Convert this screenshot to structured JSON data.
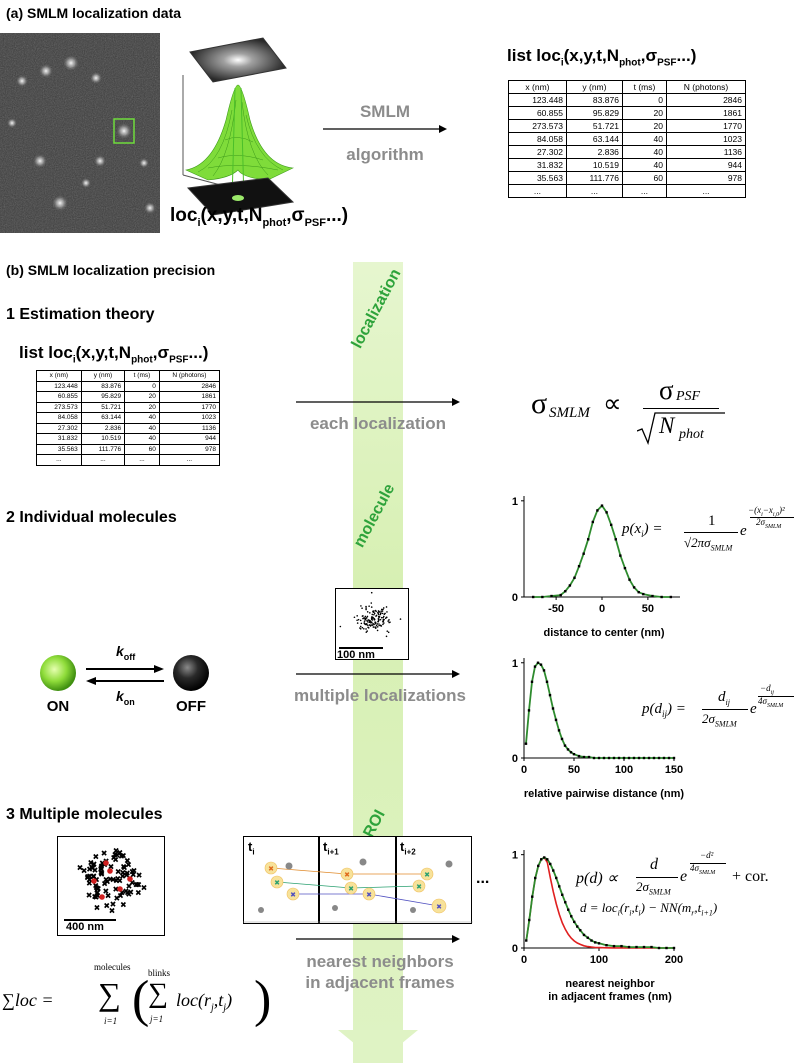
{
  "panel_a": {
    "title": "(a)  SMLM localization data",
    "list_title": "list loc",
    "list_title_sub": "i",
    "list_args": "(x,y,t,N",
    "list_args_sub": "phot",
    "list_args_tail": ",σ",
    "list_args_sub2": "PSF",
    "list_args_end": "...)",
    "loc_label": "loc",
    "loc_sub": "i",
    "loc_args": "(x,y,t,N",
    "loc_args_sub": "phot",
    "loc_args_tail": ",σ",
    "loc_args_sub2": "PSF",
    "loc_args_end": "...)",
    "algo_line1": "SMLM",
    "algo_line2": "algorithm"
  },
  "table": {
    "headers": [
      "x (nm)",
      "y (nm)",
      "t (ms)",
      "N (photons)"
    ],
    "rows": [
      [
        "123.448",
        "83.876",
        "0",
        "2846"
      ],
      [
        "60.855",
        "95.829",
        "20",
        "1861"
      ],
      [
        "273.573",
        "51.721",
        "20",
        "1770"
      ],
      [
        "84.058",
        "63.144",
        "40",
        "1023"
      ],
      [
        "27.302",
        "2.836",
        "40",
        "1136"
      ],
      [
        "31.832",
        "10.519",
        "40",
        "944"
      ],
      [
        "35.563",
        "111.776",
        "60",
        "978"
      ],
      [
        "...",
        "...",
        "...",
        "..."
      ]
    ]
  },
  "panel_b": {
    "title": "(b)  SMLM localization precision",
    "sec1": "1 Estimation theory",
    "sec2": "2 Individual molecules",
    "sec3": "3 Multiple molecules",
    "arrow1_label": "each localization",
    "arrow2_label": "multiple localizations",
    "arrow3_line1": "nearest neighbors",
    "arrow3_line2": "in adjacent frames",
    "band_localization": "localization",
    "band_molecule": "molecule",
    "band_roi": "ROI",
    "on_label": "ON",
    "off_label": "OFF",
    "koff": "k",
    "koff_sub": "off",
    "kon": "k",
    "kon_sub": "on",
    "scalebar_100": "100 nm",
    "scalebar_400": "400 nm",
    "ellipsis": "...",
    "frame_t": "t",
    "frame_t_sub": "i",
    "frame_t1_sub": "i+1",
    "frame_t2_sub": "i+2"
  },
  "formulas": {
    "sigma_smlm": "σ",
    "sigma_smlm_sub": "SMLM",
    "prop": "∝",
    "sigma_psf": "σ",
    "sigma_psf_sub": "PSF",
    "n_phot": "N",
    "n_phot_sub": "phot",
    "px_lhs": "p(x",
    "px_lhs_sub": "i",
    "px_lhs_end": ") =",
    "px_num": "1",
    "px_den": "√2πσ",
    "px_den_sub": "SMLM",
    "px_exp_num": "−(x",
    "px_exp_num_sub": "i",
    "px_exp_num_mid": "−x",
    "px_exp_num_sub2": "i,0",
    "px_exp_num_end": ")²",
    "px_exp_den": "2σ",
    "px_exp_den_sub": "SMLM",
    "pd_lhs": "p(d",
    "pd_lhs_sub": "ij",
    "pd_lhs_end": ") =",
    "pd_num": "d",
    "pd_num_sub": "ij",
    "pd_den": "2σ",
    "pd_den_sub": "SMLM",
    "pd_exp_num": "−d",
    "pd_exp_num_sub": "ij",
    "pd_exp_den": "4σ",
    "pd_exp_den_sub": "SMLM",
    "nn_lhs": "p(d) ∝",
    "nn_num": "d",
    "nn_den": "2σ",
    "nn_den_sub": "SMLM",
    "nn_exp_num": "−d²",
    "nn_exp_den": "4σ",
    "nn_exp_den_sub": "SMLM",
    "nn_cor": "+ cor.",
    "e": "e",
    "d_def": "d = loc",
    "d_def_sub": "i",
    "d_def_mid": "(r",
    "d_def_sub2": "i",
    "d_def_mid2": ",t",
    "d_def_sub3": "i",
    "d_def_mid3": ") − NN(m",
    "d_def_sub4": "r",
    "d_def_mid4": ",t",
    "d_def_sub5": "i+1",
    "d_def_end": ")",
    "sum_lhs": "∑loc =",
    "sum_outer_top": "molecules",
    "sum_outer_bot": "i=1",
    "sum_inner_top": "blinks",
    "sum_inner_bot": "j=1",
    "sum_body": "loc(r",
    "sum_body_sub": "j",
    "sum_body_mid": ",t",
    "sum_body_sub2": "j",
    "sum_body_end": ")"
  },
  "chart_data": [
    {
      "type": "scatter",
      "xlabel": "distance to center (nm)",
      "ylabel": "",
      "xticks": [
        "-50",
        "0",
        "50"
      ],
      "yticks": [
        "0",
        "1"
      ],
      "xlim": [
        -85,
        85
      ],
      "ylim": [
        0,
        1.05
      ],
      "series": [
        {
          "x": [
            -75,
            -65,
            -55,
            -45,
            -40,
            -35,
            -30,
            -25,
            -20,
            -15,
            -10,
            -5,
            0,
            5,
            10,
            15,
            20,
            25,
            30,
            35,
            40,
            45,
            55,
            65,
            75
          ],
          "y": [
            0.0,
            0.0,
            0.01,
            0.02,
            0.06,
            0.12,
            0.2,
            0.32,
            0.45,
            0.6,
            0.78,
            0.9,
            0.95,
            0.88,
            0.75,
            0.6,
            0.43,
            0.3,
            0.18,
            0.1,
            0.05,
            0.03,
            0.01,
            0.0,
            0.0
          ]
        }
      ],
      "fit_color": "#2e8b2e"
    },
    {
      "type": "scatter",
      "xlabel": "relative pairwise distance (nm)",
      "ylabel": "",
      "xticks": [
        "0",
        "50",
        "100",
        "150"
      ],
      "yticks": [
        "0",
        "1"
      ],
      "xlim": [
        0,
        150
      ],
      "ylim": [
        0,
        1.05
      ],
      "series": [
        {
          "x": [
            2,
            5,
            8,
            11,
            14,
            17,
            20,
            23,
            26,
            29,
            32,
            35,
            38,
            41,
            44,
            47,
            50,
            55,
            60,
            65,
            70,
            75,
            80,
            85,
            90,
            95,
            100,
            105,
            110,
            115,
            120,
            125,
            130,
            135,
            140,
            145,
            150
          ],
          "y": [
            0.15,
            0.5,
            0.8,
            0.96,
            1.0,
            0.98,
            0.92,
            0.8,
            0.66,
            0.52,
            0.4,
            0.29,
            0.2,
            0.13,
            0.09,
            0.06,
            0.04,
            0.02,
            0.01,
            0.01,
            0.0,
            0.0,
            0.0,
            0.0,
            0.0,
            0.0,
            0.0,
            0.0,
            0.0,
            0.0,
            0.0,
            0.0,
            0.0,
            0.0,
            0.0,
            0.0,
            0.0
          ]
        }
      ],
      "fit_color": "#2e8b2e"
    },
    {
      "type": "scatter",
      "xlabel": "nearest neighbor in adjacent frames (nm)",
      "xlabel_line1": "nearest neighbor",
      "xlabel_line2": "in adjacent frames (nm)",
      "ylabel": "",
      "xticks": [
        "0",
        "100",
        "200"
      ],
      "yticks": [
        "0",
        "1"
      ],
      "xlim": [
        0,
        200
      ],
      "ylim": [
        0,
        1.05
      ],
      "series": [
        {
          "x": [
            3,
            7,
            11,
            15,
            19,
            23,
            27,
            31,
            35,
            39,
            43,
            47,
            51,
            55,
            59,
            63,
            67,
            71,
            75,
            80,
            85,
            90,
            95,
            100,
            110,
            120,
            130,
            140,
            150,
            160,
            170,
            180,
            190,
            200
          ],
          "y": [
            0.08,
            0.3,
            0.55,
            0.75,
            0.88,
            0.95,
            0.97,
            0.95,
            0.9,
            0.83,
            0.75,
            0.66,
            0.57,
            0.49,
            0.41,
            0.34,
            0.28,
            0.23,
            0.19,
            0.14,
            0.11,
            0.08,
            0.06,
            0.05,
            0.03,
            0.02,
            0.02,
            0.01,
            0.01,
            0.01,
            0.01,
            0.0,
            0.0,
            0.0
          ]
        }
      ],
      "fit_color": "#2e8b2e",
      "model_color": "#e02020"
    }
  ],
  "colors": {
    "band": "#d9f2b8",
    "green_text": "#2ea33b",
    "grey_text": "#8c8c8c",
    "fit_green": "#2e8b2e",
    "red": "#e02020"
  }
}
